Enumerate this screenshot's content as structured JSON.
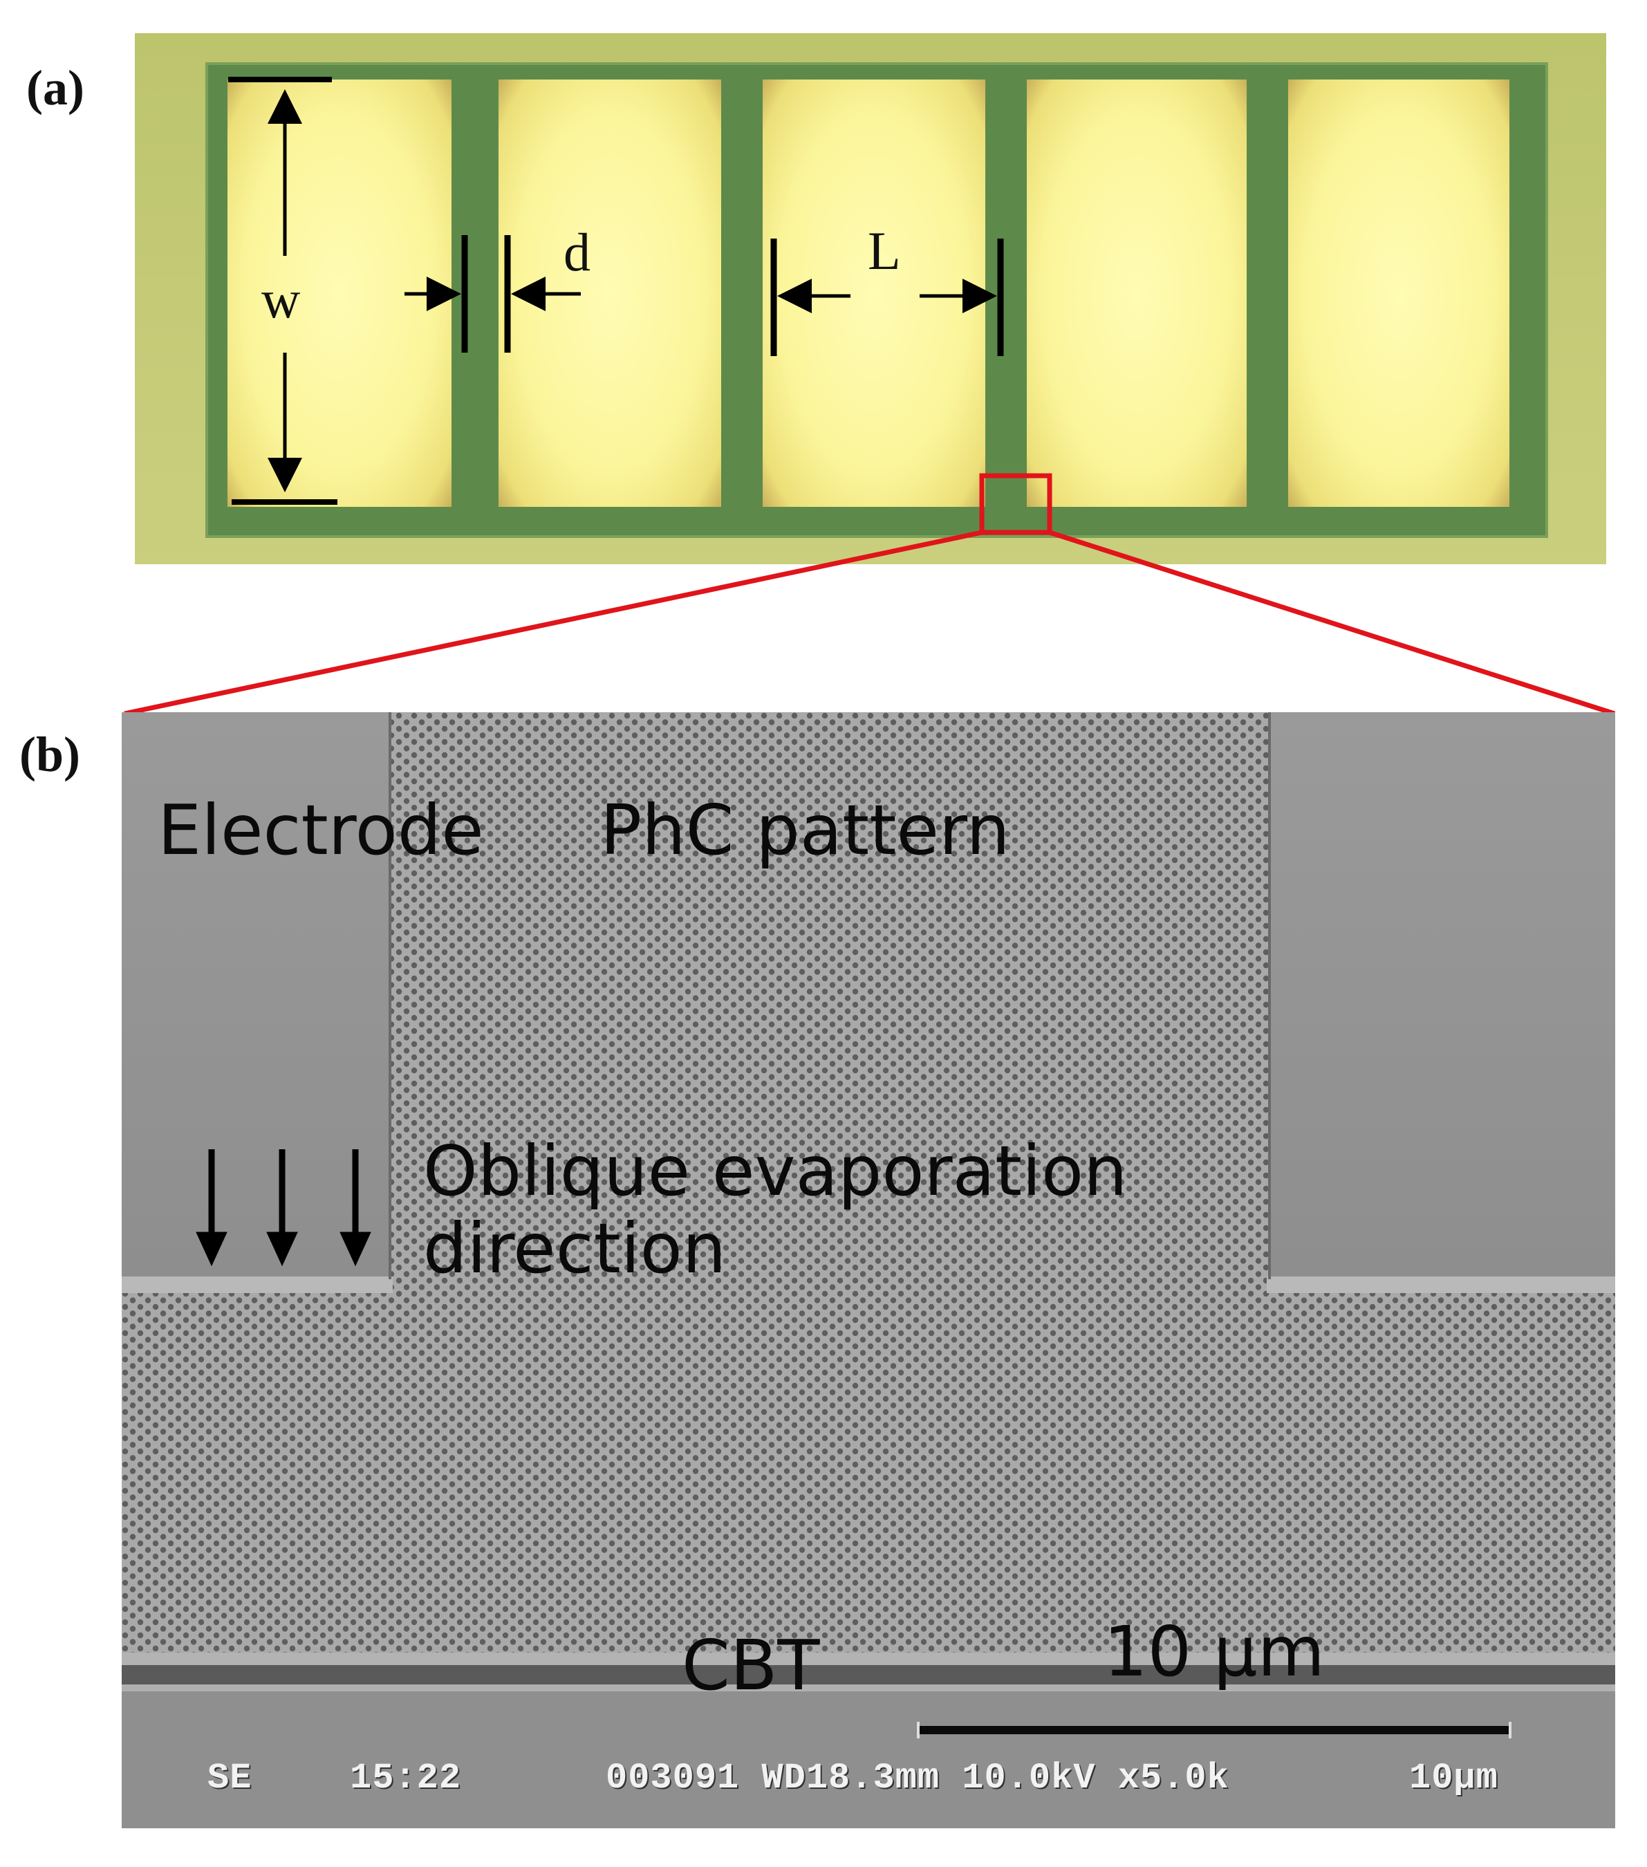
{
  "panel_a": {
    "label": "(a)",
    "labels": {
      "w": "w",
      "d": "d",
      "L": "L"
    }
  },
  "panel_b": {
    "label": "(b)",
    "electrode_label": "Electrode",
    "phc_label": "PhC pattern",
    "oblique_label_line1": "Oblique evaporation",
    "oblique_label_line2": "direction",
    "cbt_label": "CBT",
    "scale_label": "10 µm",
    "info_bar": {
      "mode": "SE",
      "time": "15:22",
      "params": "003091 WD18.3mm 10.0kV x5.0k",
      "scale": "10µm"
    }
  },
  "colors": {
    "highlight": "#e0141a",
    "frame_green": "#5d8a4b",
    "pad_yellow": "#fbf59a"
  }
}
